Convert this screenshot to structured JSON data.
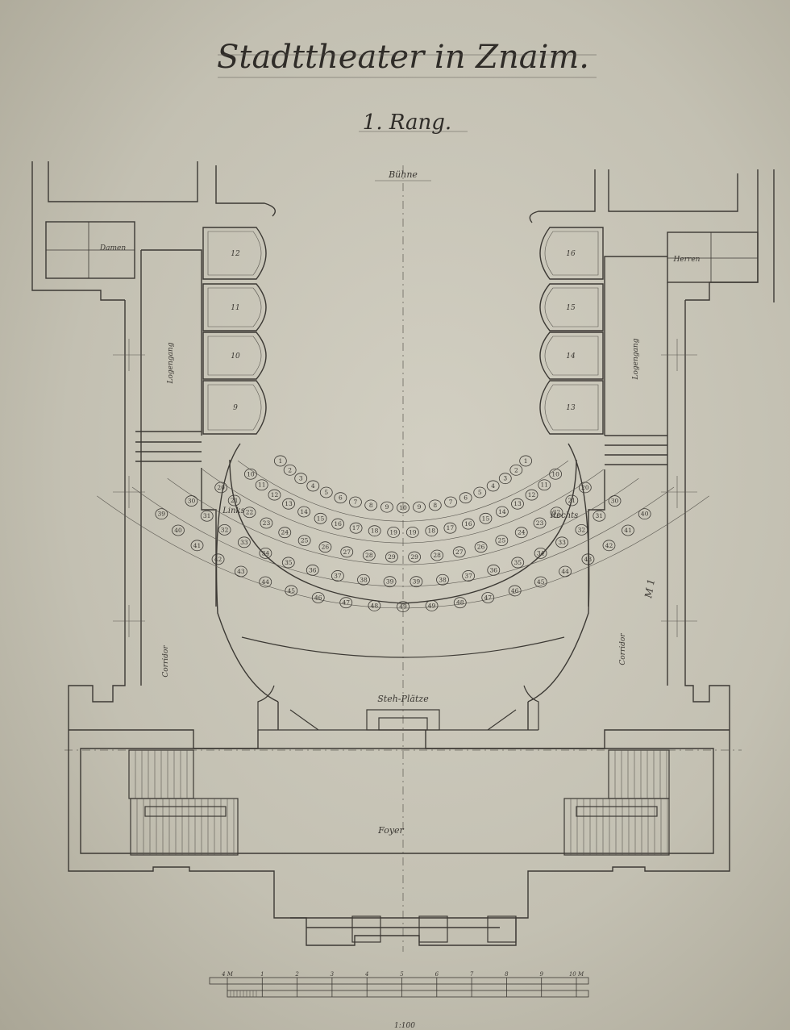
{
  "title": "Stadttheater in Znaim.",
  "subtitle": "1. Rang.",
  "labels": {
    "stage": "Bühne",
    "ladies": "Damen",
    "gentlemen": "Herren",
    "left_passage": "Logengang",
    "right_passage": "Logengang",
    "left": "Links",
    "right": "Rechts",
    "left_corridor": "Corridor",
    "right_corridor": "Corridor",
    "standing": "Steh-Plätze",
    "foyer": "Foyer",
    "marginal": "M 1"
  },
  "boxes": {
    "left": [
      "12",
      "11",
      "10",
      "9"
    ],
    "right": [
      "16",
      "15",
      "14",
      "13"
    ]
  },
  "seat_rows": [
    {
      "left": [
        "1",
        "2",
        "3",
        "4",
        "5",
        "6",
        "7",
        "8",
        "9",
        "10"
      ],
      "right": [
        "9",
        "8",
        "7",
        "6",
        "5",
        "4",
        "3",
        "2",
        "1"
      ]
    },
    {
      "left": [
        "10",
        "11",
        "12",
        "13",
        "14",
        "15",
        "16",
        "17",
        "18",
        "19"
      ],
      "right": [
        "19",
        "18",
        "17",
        "16",
        "15",
        "14",
        "13",
        "12",
        "11",
        "10"
      ]
    },
    {
      "left": [
        "20",
        "21",
        "22",
        "23",
        "24",
        "25",
        "26",
        "27",
        "28",
        "29"
      ],
      "right": [
        "29",
        "28",
        "27",
        "26",
        "25",
        "24",
        "23",
        "22",
        "21",
        "20"
      ]
    },
    {
      "left": [
        "30",
        "31",
        "32",
        "33",
        "34",
        "35",
        "36",
        "37",
        "38",
        "39"
      ],
      "right": [
        "39",
        "38",
        "37",
        "36",
        "35",
        "34",
        "33",
        "32",
        "31",
        "30"
      ]
    },
    {
      "left": [
        "39",
        "40",
        "41",
        "42",
        "43",
        "44",
        "45",
        "46",
        "47",
        "48",
        "49"
      ],
      "right": [
        "49",
        "48",
        "47",
        "46",
        "45",
        "44",
        "43",
        "42",
        "41",
        "40"
      ]
    }
  ],
  "scale_bar": {
    "ticks": [
      "4 M",
      "1",
      "2",
      "3",
      "4",
      "5",
      "6",
      "7",
      "8",
      "9",
      "10 M"
    ],
    "caption": "1:100"
  },
  "colors": {
    "paper": "#c8c5b7",
    "ink": "#3c3934"
  }
}
